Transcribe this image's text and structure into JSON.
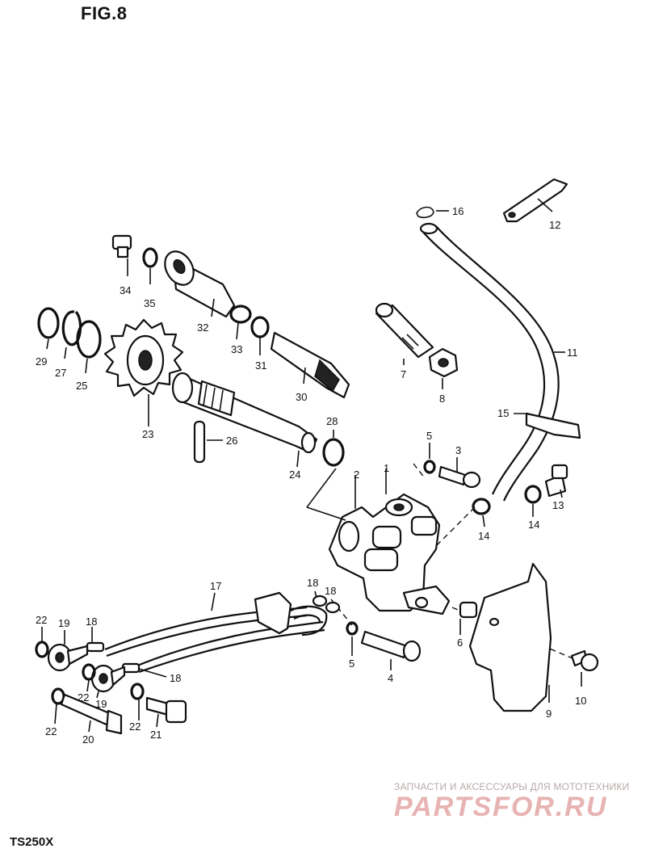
{
  "figure": {
    "title": "FIG.8",
    "model": "TS250X"
  },
  "watermark": {
    "tagline": "ЗАПЧАСТИ И АКСЕССУАРЫ ДЛЯ МОТОТЕХНИКИ",
    "logo": "PARTSFOR.RU"
  },
  "colors": {
    "ink": "#111111",
    "paper": "#ffffff",
    "watermark_logo": "#e7b3b3",
    "watermark_text": "#b9a8a8"
  },
  "callouts": {
    "n1": "1",
    "n2": "2",
    "n3": "3",
    "n4": "4",
    "n5a": "5",
    "n5b": "5",
    "n6": "6",
    "n7": "7",
    "n8": "8",
    "n9": "9",
    "n10": "10",
    "n11": "11",
    "n12": "12",
    "n13": "13",
    "n14a": "14",
    "n14b": "14",
    "n15": "15",
    "n16": "16",
    "n17": "17",
    "n18a": "18",
    "n18b": "18",
    "n18c": "18",
    "n18d": "18",
    "n19a": "19",
    "n19b": "19",
    "n20": "20",
    "n21": "21",
    "n22a": "22",
    "n22b": "22",
    "n22c": "22",
    "n22d": "22",
    "n23": "23",
    "n24": "24",
    "n25": "25",
    "n26": "26",
    "n27": "27",
    "n28": "28",
    "n29": "29",
    "n30": "30",
    "n31": "31",
    "n32": "32",
    "n33": "33",
    "n34": "34",
    "n35": "35"
  }
}
